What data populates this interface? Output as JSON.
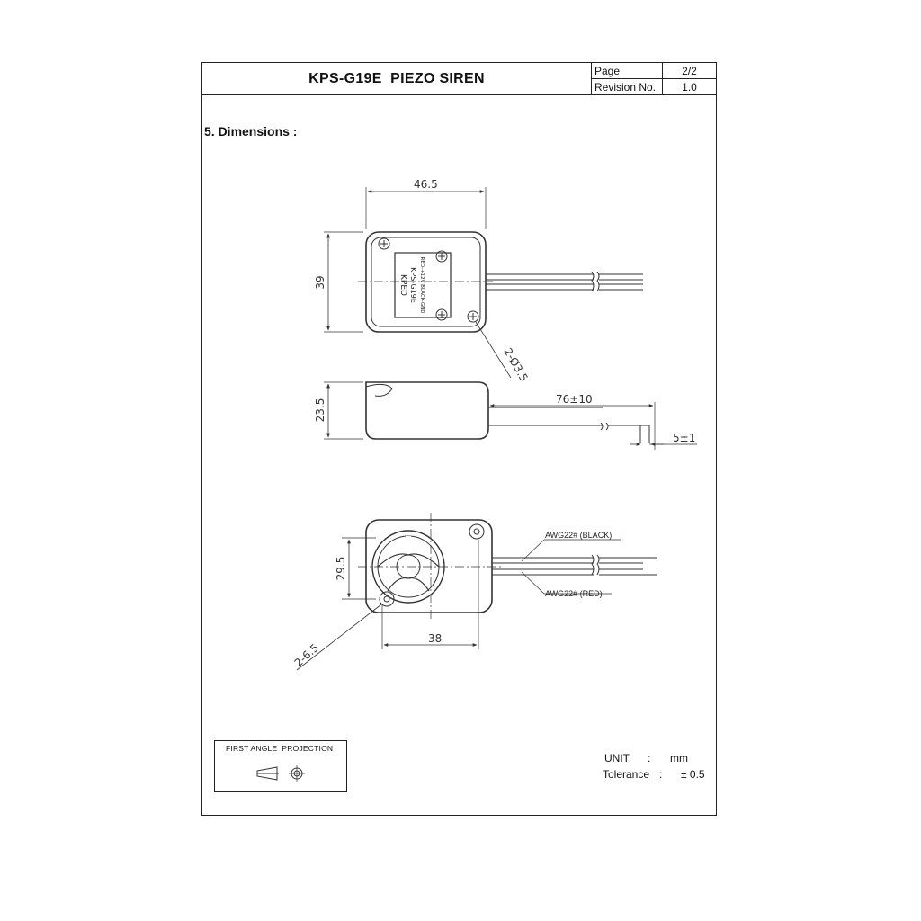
{
  "header": {
    "title": "KPS-G19E  PIEZO SIREN",
    "page_label": "Page",
    "page_value": "2/2",
    "revision_label": "Revision No.",
    "revision_value": "1.0"
  },
  "section_title": "5. Dimensions :",
  "dimensions": {
    "width": "46.5",
    "height": "39",
    "hole_callout": "2-Ø3.5",
    "depth": "23.5",
    "wire_length": "76±10",
    "strip_length": "5±1",
    "inner_height": "29.5",
    "inner_width": "38",
    "mount_callout": "2-6.5"
  },
  "label_text": {
    "brand": "KPED",
    "model": "KPS-G19E",
    "wires": "RED-+12V BLACK-GND"
  },
  "wires": {
    "black": "AWG22# (BLACK)",
    "red": "AWG22# (RED)"
  },
  "projection": {
    "label": "FIRST ANGLE  PROJECTION"
  },
  "units": {
    "unit_label": "UNIT",
    "unit_sep": ":",
    "unit_value": "mm",
    "tolerance_label": "Tolerance",
    "tolerance_sep": ":",
    "tolerance_value": "± 0.5"
  }
}
